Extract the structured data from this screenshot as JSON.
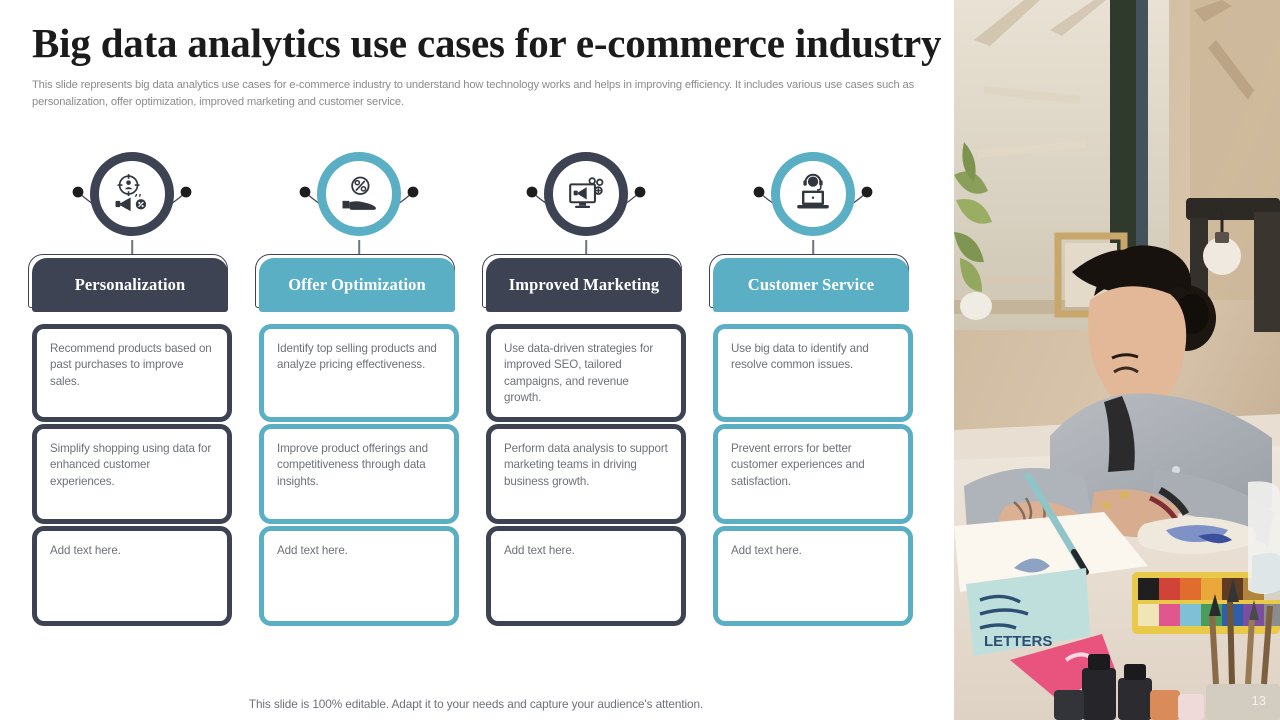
{
  "header": {
    "title": "Big data analytics use cases for e-commerce industry",
    "subtitle": "This slide represents big data analytics use cases for e-commerce industry to understand how technology works and helps in improving efficiency. It includes various use cases such as personalization, offer optimization, improved marketing and customer service."
  },
  "colors": {
    "dark": "#3d4352",
    "teal": "#5bafc4",
    "body_text": "#6d7179",
    "subtitle_text": "#8c8c8c",
    "title_text": "#1b1b1b"
  },
  "columns": [
    {
      "title": "Personalization",
      "accent": "#3d4352",
      "icon": "target-customer-megaphone-icon",
      "cards": [
        "Recommend products based on past purchases to improve sales.",
        "Simplify shopping using data for enhanced customer experiences.",
        "Add text here."
      ]
    },
    {
      "title": "Offer Optimization",
      "accent": "#5bafc4",
      "icon": "hand-discount-percent-icon",
      "cards": [
        "Identify top selling products and analyze pricing effectiveness.",
        "Improve product offerings and competitiveness through data insights.",
        "Add text here."
      ]
    },
    {
      "title": "Improved Marketing",
      "accent": "#3d4352",
      "icon": "monitor-megaphone-icon",
      "cards": [
        "Use data-driven strategies for improved SEO, tailored campaigns, and revenue growth.",
        "Perform data analysis to support marketing teams in driving business growth.",
        "Add text here."
      ]
    },
    {
      "title": "Customer Service",
      "accent": "#5bafc4",
      "icon": "support-agent-laptop-icon",
      "cards": [
        "Use big data to identify and resolve common issues.",
        "Prevent errors for better customer experiences and satisfaction.",
        "Add text here."
      ]
    }
  ],
  "footer": {
    "note": "This slide is 100% editable. Adapt it to your needs and capture your audience's attention.",
    "page_number": "13"
  },
  "photo": {
    "alt": "Woman doing calligraphy with watercolor paints at a sunlit desk"
  }
}
